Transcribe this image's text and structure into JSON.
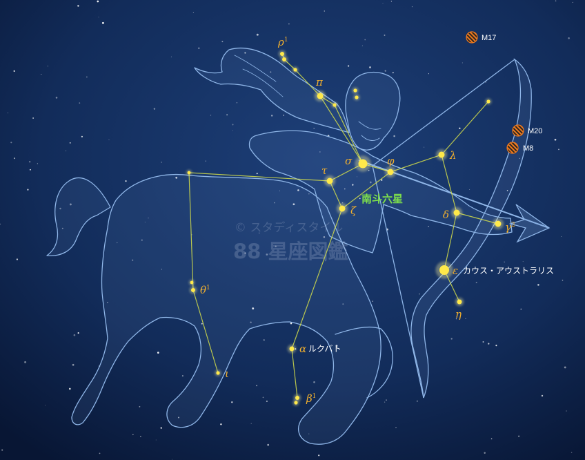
{
  "stars": [
    {
      "id": "rho1",
      "label": "ρ",
      "sup": "1"
    },
    {
      "id": "pi",
      "label": "π",
      "sup": ""
    },
    {
      "id": "sigma",
      "label": "σ",
      "sup": ""
    },
    {
      "id": "phi",
      "label": "φ",
      "sup": ""
    },
    {
      "id": "tau",
      "label": "τ",
      "sup": ""
    },
    {
      "id": "zeta",
      "label": "ζ",
      "sup": ""
    },
    {
      "id": "lambda",
      "label": "λ",
      "sup": ""
    },
    {
      "id": "delta",
      "label": "δ",
      "sup": ""
    },
    {
      "id": "gamma2",
      "label": "γ",
      "sup": "2"
    },
    {
      "id": "epsilon",
      "label": "ε",
      "sup": ""
    },
    {
      "id": "eta",
      "label": "η",
      "sup": ""
    },
    {
      "id": "theta1",
      "label": "θ",
      "sup": "1"
    },
    {
      "id": "iota",
      "label": "ι",
      "sup": ""
    },
    {
      "id": "alpha",
      "label": "α",
      "sup": ""
    },
    {
      "id": "beta1",
      "label": "β",
      "sup": "1"
    }
  ],
  "star_names": {
    "epsilon": "カウス・アウストラリス",
    "alpha": "ルクバト"
  },
  "asterism_label": "南斗六星",
  "messier": [
    {
      "id": "m17",
      "label": "M17"
    },
    {
      "id": "m20",
      "label": "M20"
    },
    {
      "id": "m8",
      "label": "M8"
    }
  ],
  "watermark": {
    "line1": "© スタディスタイル",
    "line2": "88 星座図鑑"
  },
  "colors": {
    "sky": "#0b1c3a",
    "constellation_line": "#d6e04a",
    "star": "#ffe94a",
    "greek_label": "#f2b02e",
    "asterism": "#7ee04b",
    "messier": "#f07a1e",
    "figure_outline": "#8fb6e8"
  }
}
